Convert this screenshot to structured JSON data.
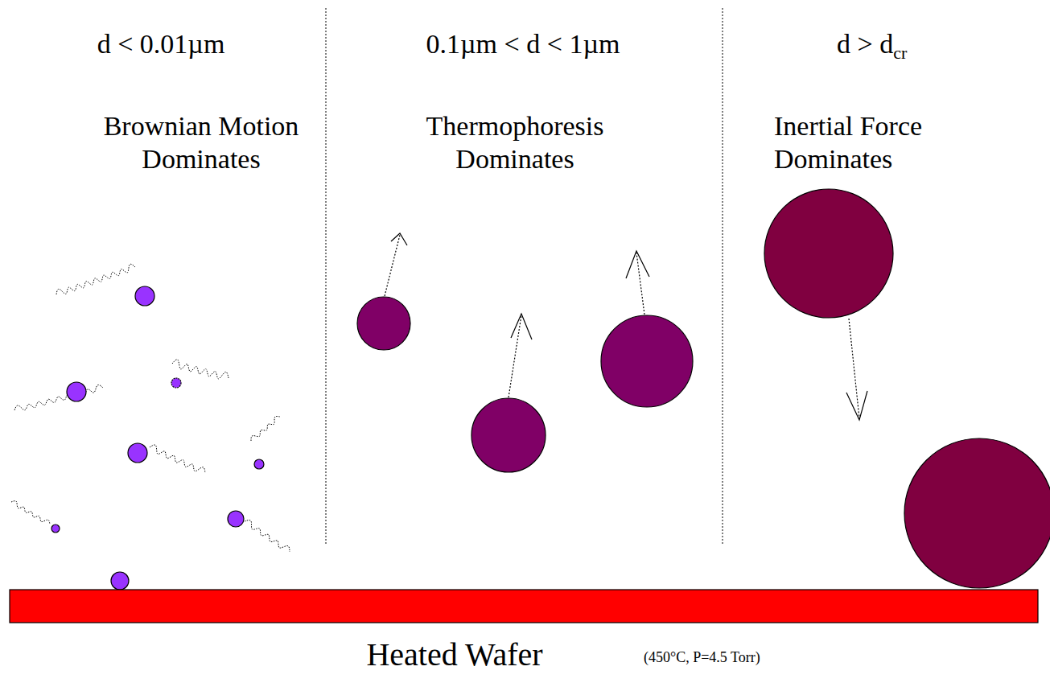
{
  "diagram": {
    "labels": [
      "d < 0.01µm",
      "0.1µm < d < 1µm",
      "d > d",
      "cr",
      "Brownian Motion Dominates",
      "Thermophoresis Dominates",
      "Inertial Force Dominates",
      "Heated Wafer",
      "(450°C, P=4.5 Torr)"
    ]
  }
}
